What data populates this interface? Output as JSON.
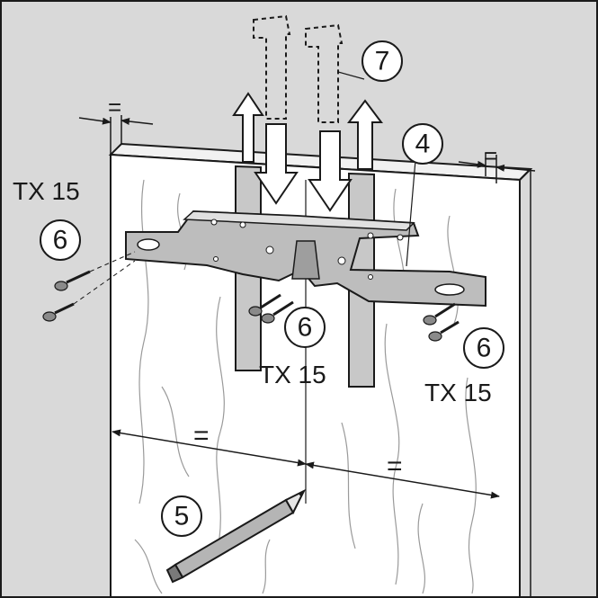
{
  "callouts": {
    "part_7": "7",
    "part_4": "4",
    "part_6_left": "6",
    "part_6_center": "6",
    "part_6_right": "6",
    "part_5": "5"
  },
  "tool_labels": {
    "left": "TX 15",
    "center": "TX 15",
    "right": "TX 15"
  },
  "dimension_marks": {
    "top_left": "=",
    "top_right": "=",
    "bottom_left": "=",
    "bottom_right": "="
  },
  "colors": {
    "background": "#d9d9d9",
    "panel": "#ffffff",
    "line": "#1a1a1a",
    "metal": "#bdbdbd",
    "strap": "#c8c8c8"
  }
}
